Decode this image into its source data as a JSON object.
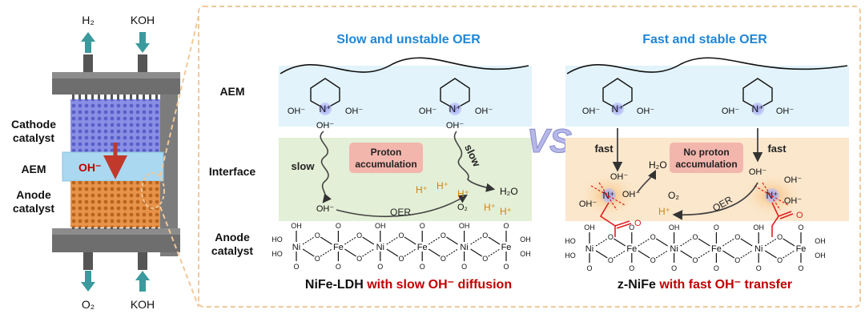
{
  "device": {
    "top_left_label": "H₂",
    "top_right_label": "KOH",
    "bottom_left_label": "O₂",
    "bottom_right_label": "KOH",
    "cathode_label_1": "Cathode",
    "cathode_label_2": "catalyst",
    "aem_label": "AEM",
    "anode_label_1": "Anode",
    "anode_label_2": "catalyst",
    "membrane_ion": "OH⁻"
  },
  "row_labels": {
    "aem": "AEM",
    "interface": "Interface",
    "anode_1": "Anode",
    "anode_2": "catalyst"
  },
  "left_panel": {
    "title": "Slow and unstable OER",
    "box_1": "Proton",
    "box_2": "accumulation",
    "slow_left": "slow",
    "slow_right": "slow",
    "oer": "OER",
    "caption_main": "NiFe-LDH ",
    "caption_accent": "with slow OH⁻ diffusion"
  },
  "right_panel": {
    "title": "Fast and stable OER",
    "box_1": "No proton",
    "box_2": "accumulation",
    "fast_left": "fast",
    "fast_right": "fast",
    "oer": "OER",
    "caption_main": "z-NiFe ",
    "caption_accent": "with fast OH⁻ transfer"
  },
  "vs": "VS",
  "species": {
    "oh": "OH⁻",
    "h2o": "H₂O",
    "o2": "O₂",
    "hplus": "H⁺",
    "nplus": "N⁺",
    "ni": "Ni",
    "fe": "Fe",
    "o": "O",
    "ho": "HO",
    "oh_plain": "OH"
  },
  "colors": {
    "title_blue": "#1f86d6",
    "accent_red": "#c00000",
    "aem_band": "#e2f3fb",
    "interface_band": "#e3efd6",
    "interface_band_right": "#fbe7cc",
    "box_fill": "#f2b6ad",
    "hplus_orange": "#d4820e",
    "arrow_teal": "#3a9a9d",
    "carboxyl_red": "#e02020",
    "nitrogen_purple": "#7b7fe0"
  }
}
